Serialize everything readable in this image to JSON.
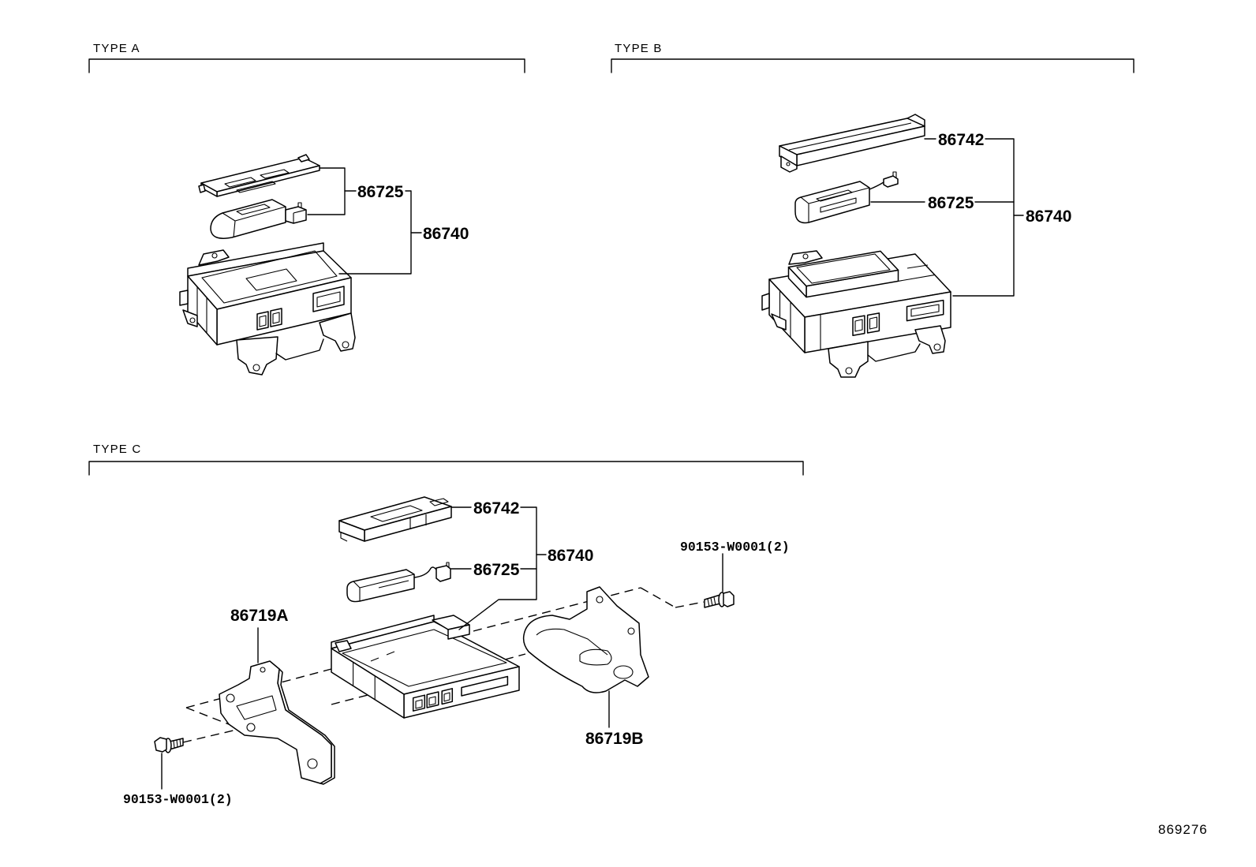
{
  "colors": {
    "line": "#000000",
    "background": "#ffffff"
  },
  "type_a": {
    "title": "TYPE A",
    "part_86725": "86725",
    "part_86740": "86740"
  },
  "type_b": {
    "title": "TYPE B",
    "part_86742": "86742",
    "part_86725": "86725",
    "part_86740": "86740"
  },
  "type_c": {
    "title": "TYPE C",
    "part_86742": "86742",
    "part_86725": "86725",
    "part_86740": "86740",
    "part_86719a": "86719A",
    "part_86719b": "86719B",
    "bolt_upper": "90153-W0001(2)",
    "bolt_lower": "90153-W0001(2)"
  },
  "figure_number": "869276"
}
